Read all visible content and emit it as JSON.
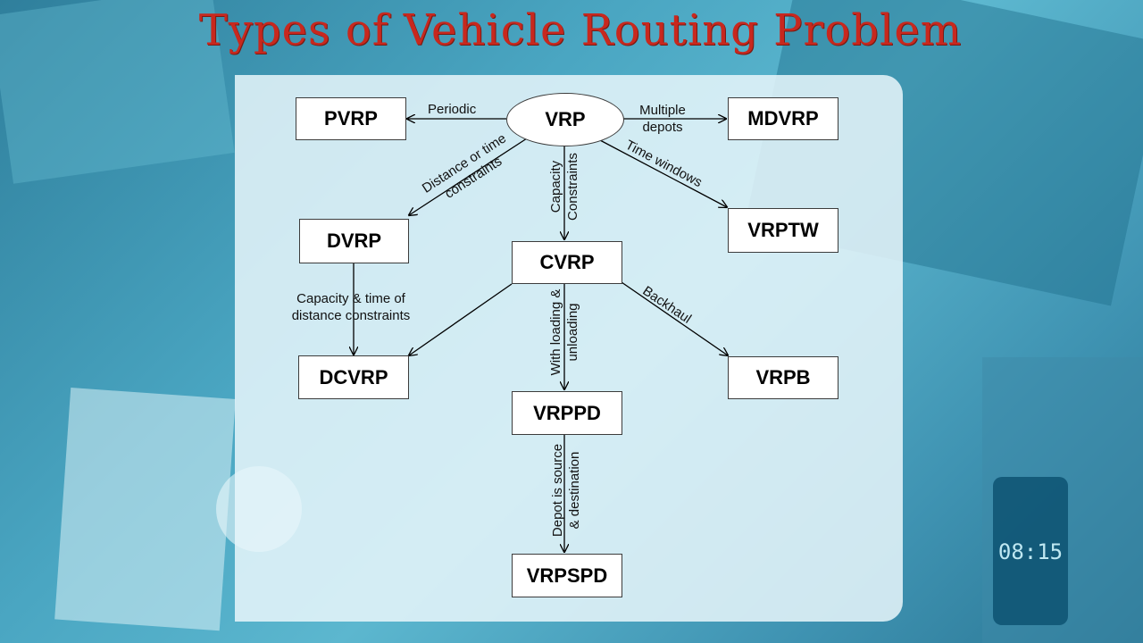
{
  "title": "Types of Vehicle Routing Problem",
  "nodes": {
    "vrp": "VRP",
    "pvrp": "PVRP",
    "mdvrp": "MDVRP",
    "dvrp": "DVRP",
    "cvrp": "CVRP",
    "vrptw": "VRPTW",
    "dcvrp": "DCVRP",
    "vrpb": "VRPB",
    "vrppd": "VRPPD",
    "vrpspd": "VRPSPD"
  },
  "edges": {
    "periodic": "Periodic",
    "multiple_depots_1": "Multiple",
    "multiple_depots_2": "depots",
    "distance_time_1": "Distance or time",
    "distance_time_2": "constraints",
    "capacity_constraints_1": "Capacity",
    "capacity_constraints_2": "Constraints",
    "time_windows": "Time windows",
    "cap_time_1": "Capacity & time of",
    "cap_time_2": "distance constraints",
    "loading_1": "With loading &",
    "loading_2": "unloading",
    "backhaul": "Backhaul",
    "depot_src_1": "Depot is source",
    "depot_src_2": "& destination"
  },
  "background": {
    "clock": "08:15"
  }
}
